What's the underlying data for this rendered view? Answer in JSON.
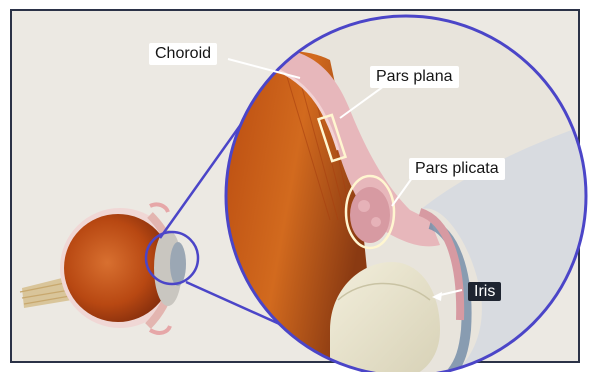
{
  "labels": {
    "choroid": "Choroid",
    "pars_plana": "Pars plana",
    "pars_plicata": "Pars plicata",
    "iris": "Iris"
  },
  "colors": {
    "background": "#ece9e3",
    "frame": "#2b3247",
    "magnifier": "#4b45c8",
    "retina_orange": "#c85814",
    "sclera_pink": "#e7b7bb",
    "lens": "#e6e0c8"
  }
}
